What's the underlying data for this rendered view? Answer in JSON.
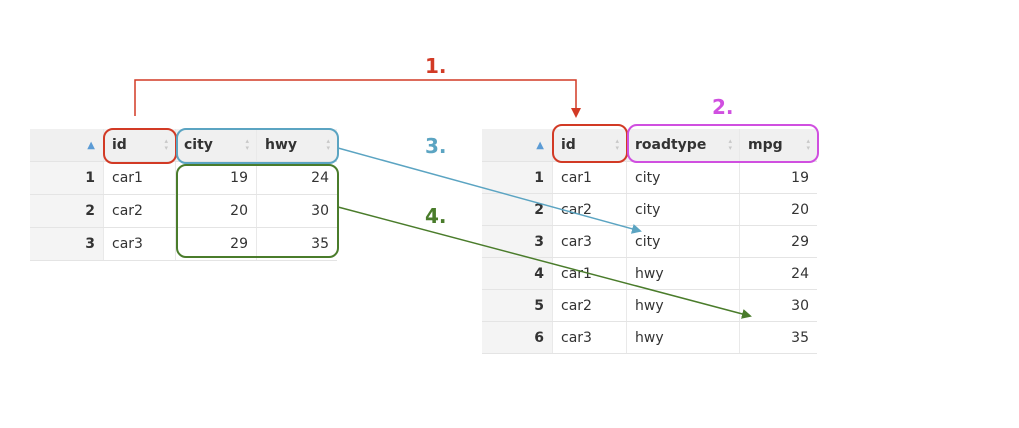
{
  "left_table": {
    "columns": [
      "id",
      "city",
      "hwy"
    ],
    "rows": [
      {
        "n": "1",
        "id": "car1",
        "city": "19",
        "hwy": "24"
      },
      {
        "n": "2",
        "id": "car2",
        "city": "20",
        "hwy": "30"
      },
      {
        "n": "3",
        "id": "car3",
        "city": "29",
        "hwy": "35"
      }
    ]
  },
  "right_table": {
    "columns": [
      "id",
      "roadtype",
      "mpg"
    ],
    "rows": [
      {
        "n": "1",
        "id": "car1",
        "roadtype": "city",
        "mpg": "19"
      },
      {
        "n": "2",
        "id": "car2",
        "roadtype": "city",
        "mpg": "20"
      },
      {
        "n": "3",
        "id": "car3",
        "roadtype": "city",
        "mpg": "29"
      },
      {
        "n": "4",
        "id": "car1",
        "roadtype": "hwy",
        "mpg": "24"
      },
      {
        "n": "5",
        "id": "car2",
        "roadtype": "hwy",
        "mpg": "30"
      },
      {
        "n": "6",
        "id": "car3",
        "roadtype": "hwy",
        "mpg": "35"
      }
    ]
  },
  "step_labels": {
    "s1": "1.",
    "s2": "2.",
    "s3": "3.",
    "s4": "4."
  },
  "colors": {
    "red": "#d23a25",
    "magenta": "#d04fe0",
    "blue": "#5ba4c2",
    "green": "#4a7c2b"
  }
}
